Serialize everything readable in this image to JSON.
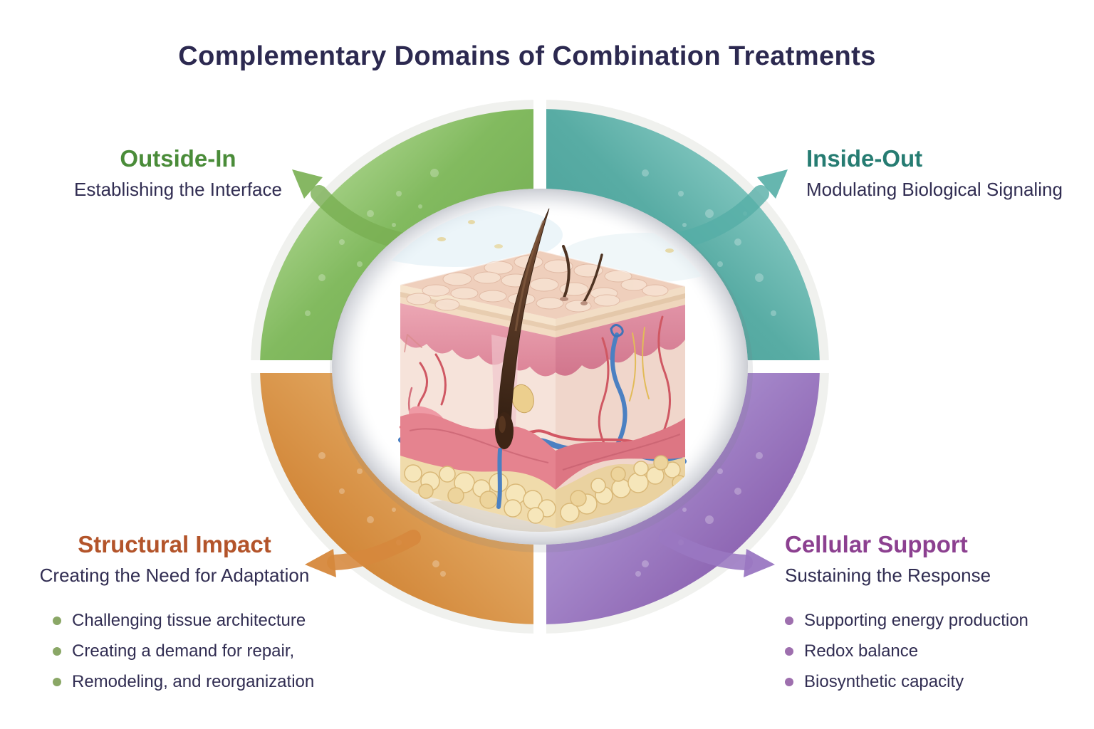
{
  "title": "Complementary Domains of Combination Treatments",
  "quadrants": {
    "top_left": {
      "heading": "Outside-In",
      "subtitle": "Establishing the Interface",
      "ring_color": "#79b356",
      "heading_color": "#4a8c39",
      "arrow_icon": "curved-arrow-up-left"
    },
    "top_right": {
      "heading": "Inside-Out",
      "subtitle": "Modulating Biological Signaling",
      "ring_color": "#55a79f",
      "heading_color": "#267c72",
      "arrow_icon": "curved-arrow-up-right"
    },
    "bottom_left": {
      "heading": "Structural Impact",
      "subtitle": "Creating the Need for Adaptation",
      "ring_color": "#dba04f",
      "heading_color": "#b3542a",
      "arrow_icon": "curved-arrow-left",
      "bullet_dot_color": "#8aa766",
      "bullets": [
        "Challenging tissue architecture",
        "Creating a demand for repair,",
        "Remodeling, and reorganization"
      ]
    },
    "bottom_right": {
      "heading": "Cellular Support",
      "subtitle": "Sustaining the Response",
      "ring_color": "#a186c8",
      "heading_color": "#8c4090",
      "arrow_icon": "curved-arrow-right",
      "bullet_dot_color": "#9e6fae",
      "bullets": [
        "Supporting energy production",
        "Redox balance",
        "Biosynthetic capacity"
      ]
    }
  },
  "center": {
    "illustration": "skin-cross-section",
    "description_icons": [
      "hair-follicle",
      "epidermis",
      "dermis",
      "blood-vessels",
      "subcutaneous-fat"
    ]
  }
}
